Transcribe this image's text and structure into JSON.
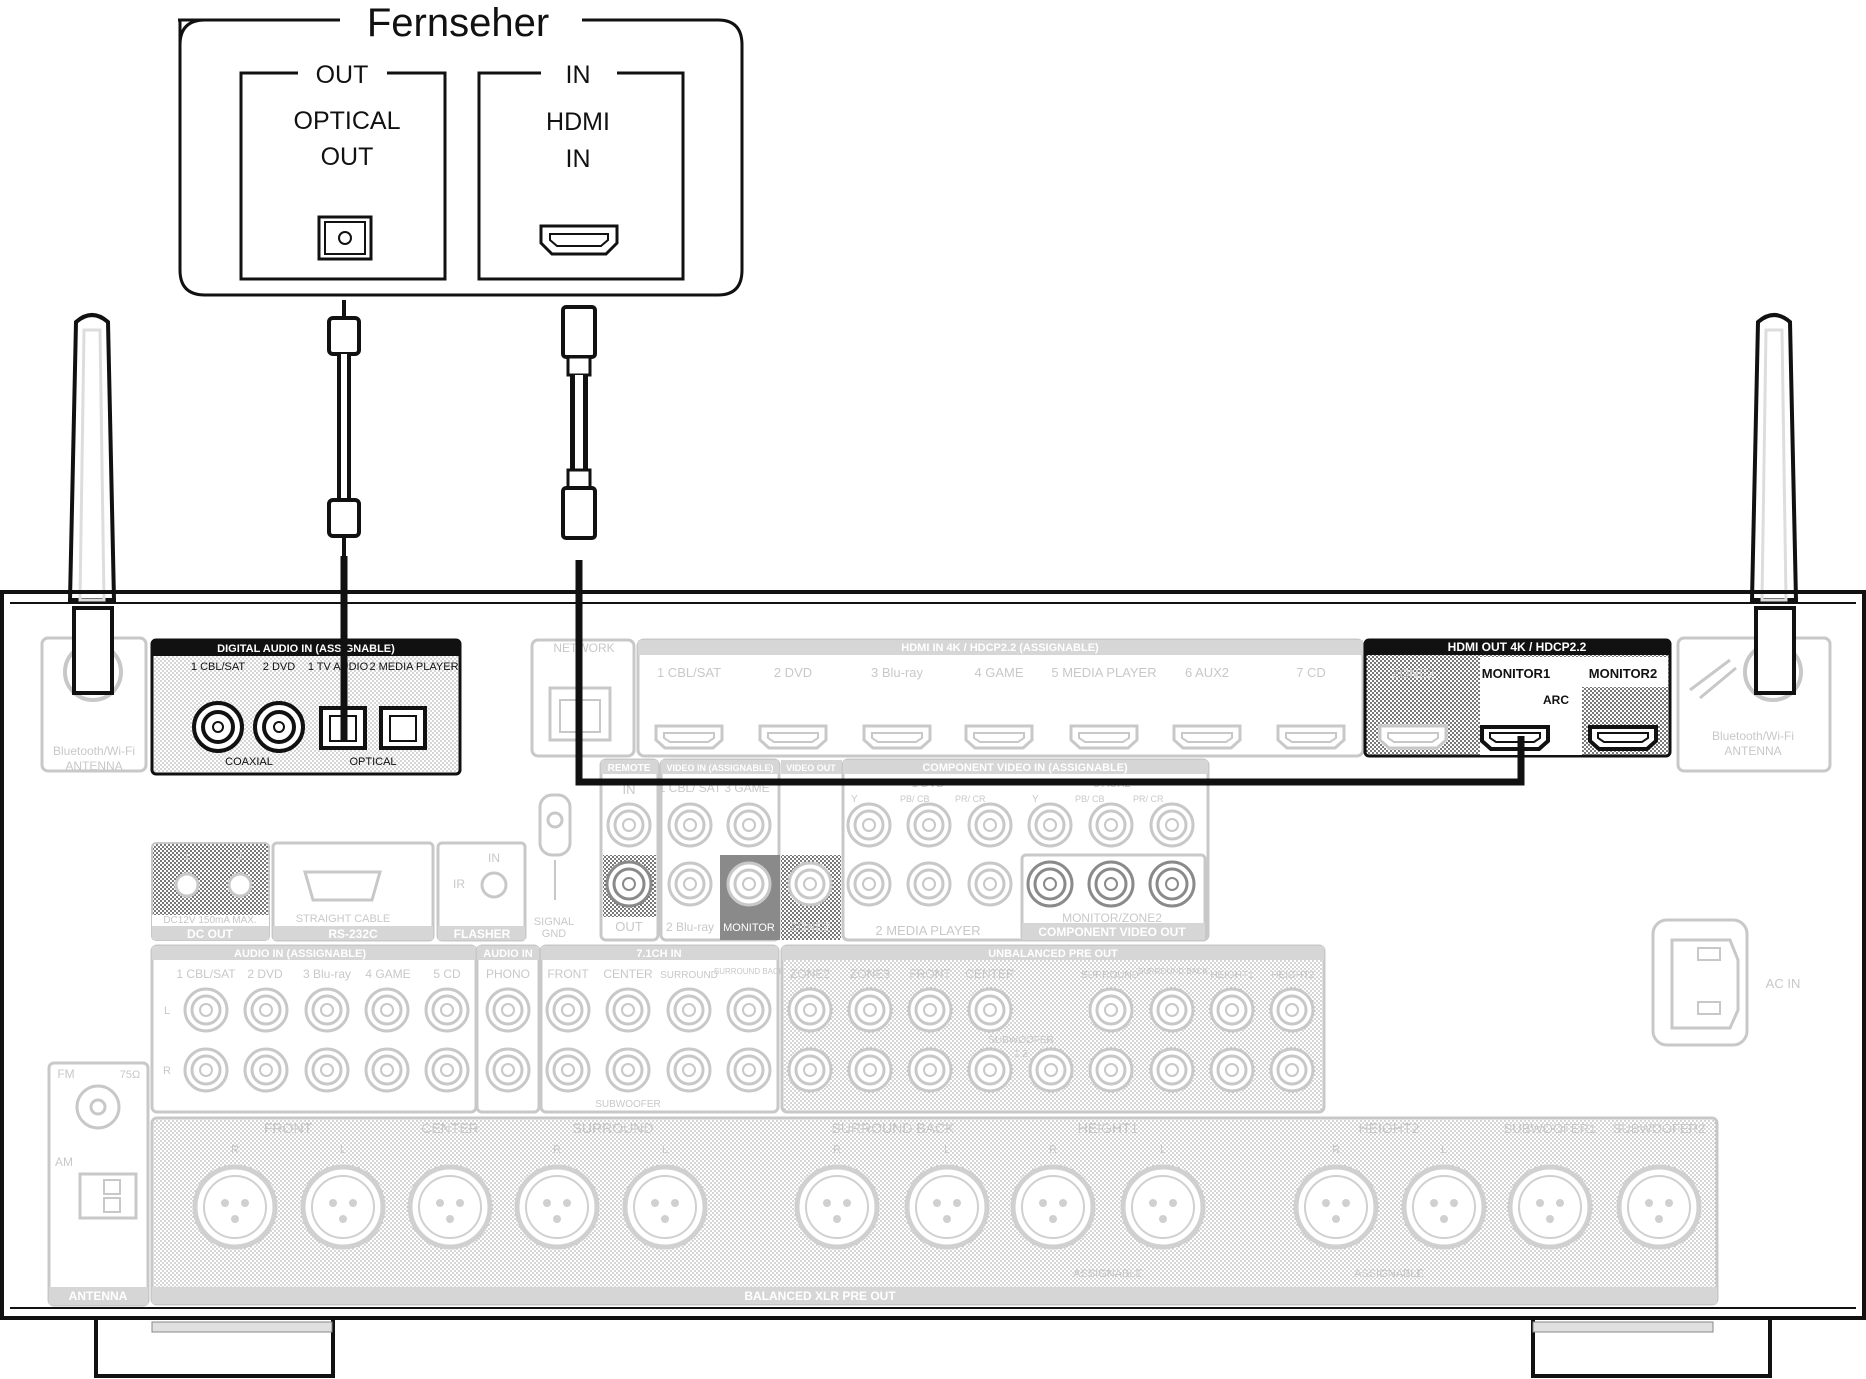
{
  "tv": {
    "title": "Fernseher",
    "out_header": "OUT",
    "out_port_line1": "OPTICAL",
    "out_port_line2": "OUT",
    "in_header": "IN",
    "in_port_line1": "HDMI",
    "in_port_line2": "IN"
  },
  "antenna": {
    "left_line1": "Bluetooth/Wi-Fi",
    "left_line2": "ANTENNA",
    "right_line1": "Bluetooth/Wi-Fi",
    "right_line2": "ANTENNA"
  },
  "digital_audio": {
    "header": "DIGITAL AUDIO IN (ASSIGNABLE)",
    "inputs": [
      "1 CBL/SAT",
      "2 DVD",
      "1 TV AUDIO",
      "2 MEDIA PLAYER"
    ],
    "coaxial": "COAXIAL",
    "optical": "OPTICAL"
  },
  "network": {
    "label": "NETWORK"
  },
  "hdmi_in": {
    "header": "HDMI IN  4K / HDCP2.2  (ASSIGNABLE)",
    "inputs": [
      "1 CBL/SAT",
      "2 DVD",
      "3 Blu-ray",
      "4 GAME",
      "5 MEDIA PLAYER",
      "6 AUX2",
      "7 CD"
    ]
  },
  "hdmi_out": {
    "header": "HDMI OUT  4K / HDCP2.2",
    "zone2": "ZONE2",
    "monitor1": "MONITOR1",
    "arc": "ARC",
    "monitor2": "MONITOR2"
  },
  "remote": {
    "header": "REMOTE",
    "in": "IN",
    "out": "OUT"
  },
  "video_in": {
    "header": "VIDEO IN (ASSIGNABLE)",
    "items": [
      "1 CBL/ SAT",
      "3 GAME",
      "2 Blu-ray"
    ]
  },
  "video_out": {
    "header": "VIDEO OUT",
    "monitor": "MONITOR",
    "zone2": "ZONE2"
  },
  "component_in": {
    "header": "COMPONENT VIDEO IN (ASSIGNABLE)",
    "group1": "1 DVD",
    "group2": "3 AUX2",
    "bottom": "2  MEDIA PLAYER",
    "y": "Y",
    "pb": "PB/ CB",
    "pr": "PR/ CR"
  },
  "component_out": {
    "line1": "MONITOR/ZONE2",
    "line2": "COMPONENT VIDEO OUT"
  },
  "dc_out": {
    "jack1": "1",
    "jack2": "2",
    "spec": "DC12V 150mA MAX.",
    "label": "DC OUT"
  },
  "rs232c": {
    "cable": "STRAIGHT CABLE",
    "label": "RS-232C"
  },
  "flasher": {
    "in": "IN",
    "ir": "IR",
    "label": "FLASHER"
  },
  "signal_gnd": {
    "line1": "SIGNAL",
    "line2": "GND"
  },
  "ac_in": {
    "label": "AC IN"
  },
  "audio_in": {
    "header": "AUDIO IN (ASSIGNABLE)",
    "inputs": [
      "1 CBL/SAT",
      "2 DVD",
      "3 Blu-ray",
      "4 GAME",
      "5 CD"
    ],
    "l": "L",
    "r": "R"
  },
  "audio_in_phono": {
    "header": "AUDIO IN",
    "label": "PHONO"
  },
  "ch71_in": {
    "header": "7.1CH IN",
    "items": [
      "FRONT",
      "CENTER",
      "SURROUND",
      "SURROUND BACK"
    ],
    "subwoofer": "SUBWOOFER"
  },
  "unbalanced_out": {
    "header": "UNBALANCED PRE OUT",
    "items": [
      "ZONE2",
      "ZONE3",
      "FRONT",
      "CENTER",
      "SURROUND",
      "SURROUND BACK",
      "HEIGHT1",
      "HEIGHT2"
    ],
    "subwoofer": "SUBWOOFER",
    "sub_nums": "1  2"
  },
  "xlr": {
    "groups": [
      "FRONT",
      "CENTER",
      "SURROUND",
      "SURROUND BACK",
      "HEIGHT1",
      "HEIGHT2",
      "SUBWOOFER1",
      "SUBWOOFER2"
    ],
    "assignable": "ASSIGNABLE",
    "footer": "BALANCED XLR PRE OUT",
    "r": "R",
    "l": "L"
  },
  "fm_am": {
    "fm": "FM",
    "ohm": "75Ω",
    "am": "AM",
    "label": "ANTENNA"
  }
}
